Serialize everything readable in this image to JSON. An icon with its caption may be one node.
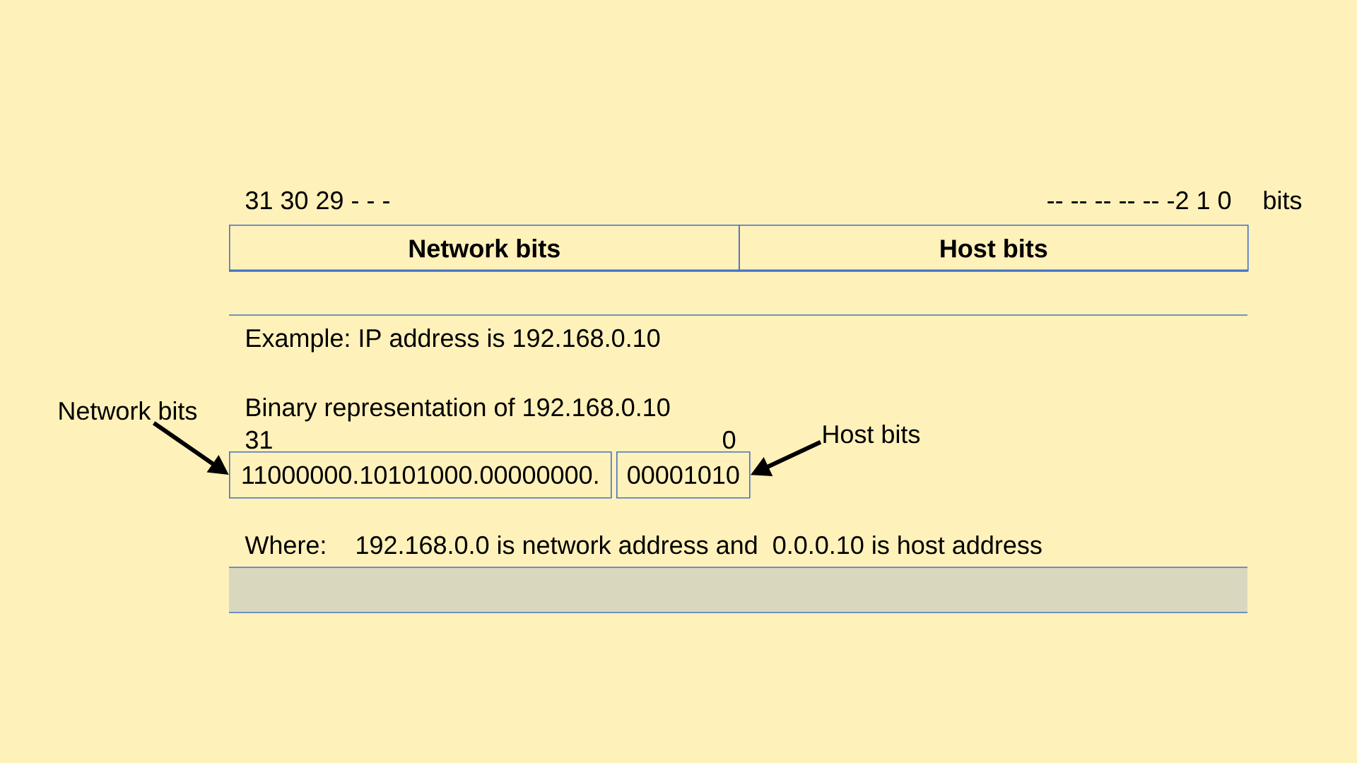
{
  "diagram": {
    "nodes": [
      {
        "text": [
          "Network bits"
        ]
      },
      {
        "text": [
          "Host bits"
        ]
      },
      {
        "text": [
          "Network bits"
        ]
      },
      {
        "text": [
          "Host bits"
        ]
      },
      {
        "text": [
          "11000000.10101000.00000000."
        ]
      },
      {
        "text": [
          "00001010"
        ]
      }
    ],
    "edges": [
      {
        "from": 2,
        "to": 4,
        "arrow": "to"
      },
      {
        "from": 3,
        "to": 5,
        "arrow": "to"
      }
    ],
    "labels": [
      "31 30 29 - - -",
      "-- -- -- -- -- -2 1  0",
      "bits",
      "Example:  IP address is 192.168.0.10",
      "Binary representation of  192.168.0.10",
      "31",
      "0",
      "Where:     192.168.0.0 is network  address and   0.0.0.10 is host address"
    ]
  }
}
